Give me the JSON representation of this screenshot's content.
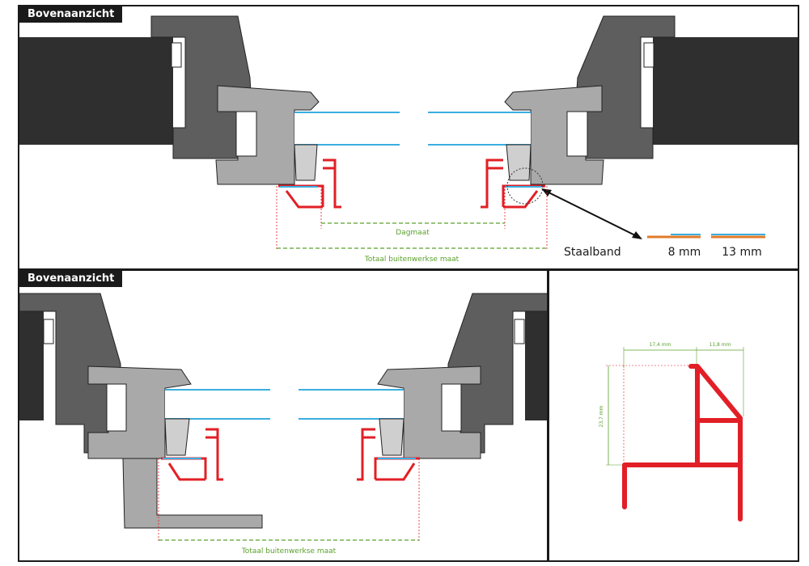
{
  "panels": {
    "top": {
      "title": "Bovenaanzicht"
    },
    "bottom_left": {
      "title": "Bovenaanzicht"
    },
    "bottom_right": {}
  },
  "dimensions": {
    "dagmaat": "Dagmaat",
    "totaal_top": "Totaal buitenwerkse maat",
    "totaal_bottom": "Totaal buitenwerkse maat",
    "width_1": "17,4 mm",
    "width_2": "11,8 mm",
    "height_1": "23,7 mm"
  },
  "legend": {
    "label": "Staalband",
    "size_1": "8 mm",
    "size_2": "13 mm"
  },
  "colors": {
    "frame_dark": "#2f2f2f",
    "frame_mid": "#5e5e5e",
    "frame_light": "#a9a9a9",
    "glass_blue": "#3aaee0",
    "profile_red": "#e21f26",
    "dim_green": "#5aa02c",
    "steel_orange": "#e07b2a"
  }
}
